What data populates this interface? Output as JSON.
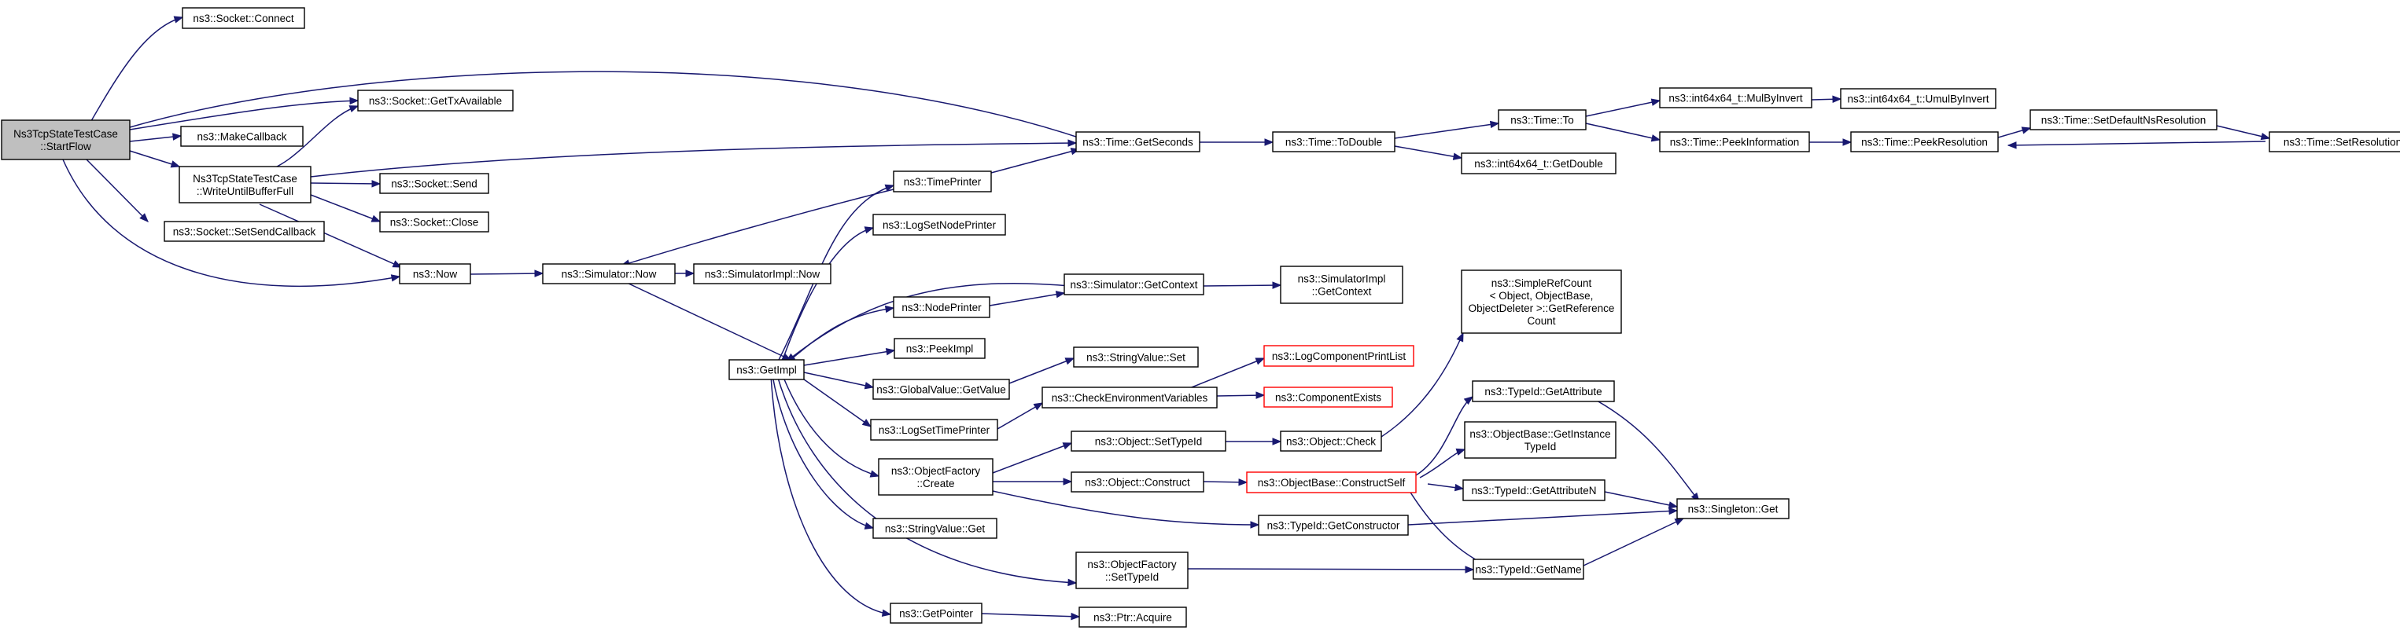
{
  "colors": {
    "edge": "#191970",
    "node_border": "#000000",
    "root_fill": "#bfbfbf",
    "error_border": "#ff0000",
    "background": "#ffffff"
  },
  "nodes": {
    "root": [
      "Ns3TcpStateTestCase",
      "::StartFlow"
    ],
    "socket_connect": [
      "ns3::Socket::Connect"
    ],
    "socket_gettx": [
      "ns3::Socket::GetTxAvailable"
    ],
    "makecallback": [
      "ns3::MakeCallback"
    ],
    "writeuntil": [
      "Ns3TcpStateTestCase",
      "::WriteUntilBufferFull"
    ],
    "setsendcb": [
      "ns3::Socket::SetSendCallback"
    ],
    "socket_send": [
      "ns3::Socket::Send"
    ],
    "socket_close": [
      "ns3::Socket::Close"
    ],
    "now": [
      "ns3::Now"
    ],
    "sim_now": [
      "ns3::Simulator::Now"
    ],
    "simimpl_now": [
      "ns3::SimulatorImpl::Now"
    ],
    "getimpl": [
      "ns3::GetImpl"
    ],
    "timeprinter": [
      "ns3::TimePrinter"
    ],
    "logsetnodeprinter": [
      "ns3::LogSetNodePrinter"
    ],
    "nodeprinter": [
      "ns3::NodePrinter"
    ],
    "peekimpl": [
      "ns3::PeekImpl"
    ],
    "gv_getvalue": [
      "ns3::GlobalValue::GetValue"
    ],
    "logsettimeprinter": [
      "ns3::LogSetTimePrinter"
    ],
    "of_create": [
      "ns3::ObjectFactory",
      "::Create"
    ],
    "sv_get": [
      "ns3::StringValue::Get"
    ],
    "getpointer": [
      "ns3::GetPointer"
    ],
    "getseconds": [
      "ns3::Time::GetSeconds"
    ],
    "todouble": [
      "ns3::Time::ToDouble"
    ],
    "time_to": [
      "ns3::Time::To"
    ],
    "i64_getdouble": [
      "ns3::int64x64_t::GetDouble"
    ],
    "mulbyinvert": [
      "ns3::int64x64_t::MulByInvert"
    ],
    "umulbyinvert": [
      "ns3::int64x64_t::UmulByInvert"
    ],
    "peekinfo": [
      "ns3::Time::PeekInformation"
    ],
    "peekres": [
      "ns3::Time::PeekResolution"
    ],
    "setdefaultns": [
      "ns3::Time::SetDefaultNsResolution"
    ],
    "setresolution": [
      "ns3::Time::SetResolution"
    ],
    "sim_getcontext": [
      "ns3::Simulator::GetContext"
    ],
    "simimpl_getcontext": [
      "ns3::SimulatorImpl",
      "::GetContext"
    ],
    "sv_set": [
      "ns3::StringValue::Set"
    ],
    "checkenv": [
      "ns3::CheckEnvironmentVariables"
    ],
    "logcompprint": [
      "ns3::LogComponentPrintList"
    ],
    "compexists": [
      "ns3::ComponentExists"
    ],
    "simplerefcount": [
      "ns3::SimpleRefCount",
      "< Object, ObjectBase,",
      "ObjectDeleter >::GetReference",
      "Count"
    ],
    "obj_settypeid": [
      "ns3::Object::SetTypeId"
    ],
    "obj_check": [
      "ns3::Object::Check"
    ],
    "obj_construct": [
      "ns3::Object::Construct"
    ],
    "ob_constructself": [
      "ns3::ObjectBase::ConstructSelf"
    ],
    "tid_getattribute": [
      "ns3::TypeId::GetAttribute"
    ],
    "ob_getinstance": [
      "ns3::ObjectBase::GetInstance",
      "TypeId"
    ],
    "tid_getattributen": [
      "ns3::TypeId::GetAttributeN"
    ],
    "singleton_get": [
      "ns3::Singleton::Get"
    ],
    "tid_getconstructor": [
      "ns3::TypeId::GetConstructor"
    ],
    "of_settypeid": [
      "ns3::ObjectFactory",
      "::SetTypeId"
    ],
    "tid_getname": [
      "ns3::TypeId::GetName"
    ],
    "ptr_acquire": [
      "ns3::Ptr::Acquire"
    ]
  }
}
